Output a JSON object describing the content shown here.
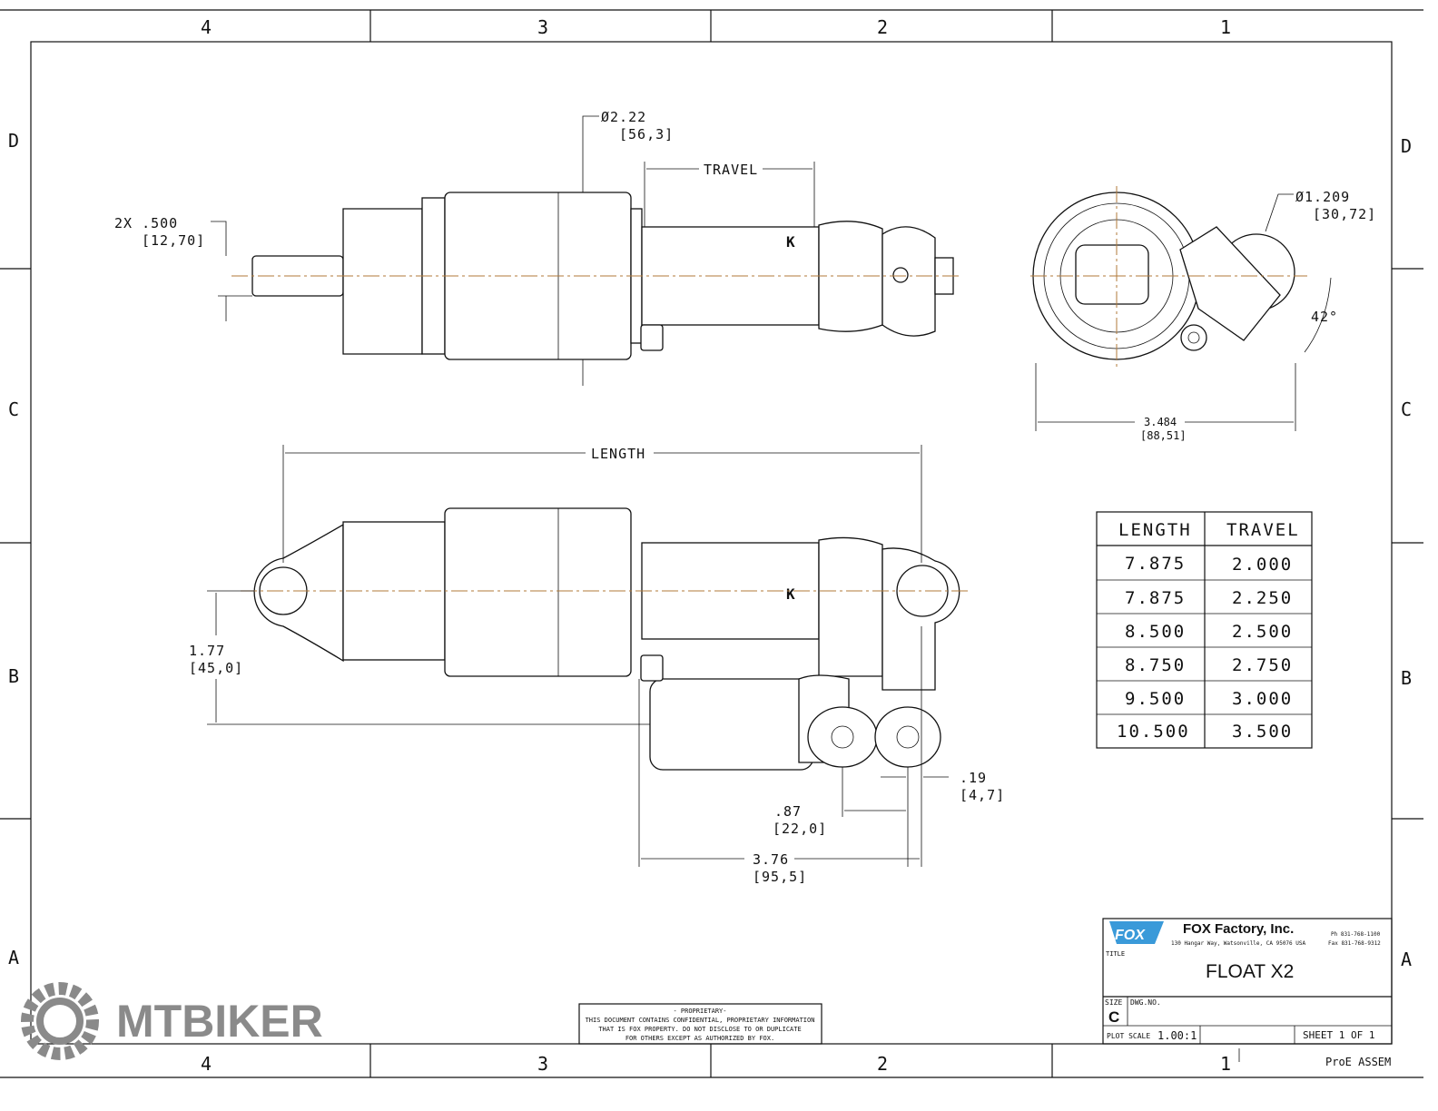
{
  "zones_top": [
    "4",
    "3",
    "2",
    "1"
  ],
  "zones_side": [
    "D",
    "C",
    "B",
    "A"
  ],
  "top_view": {
    "dia_main": "Ø2.22",
    "dia_main_mm": "[56,3]",
    "travel_label": "TRAVEL",
    "eyelet": "2X .500",
    "eyelet_mm": "[12,70]"
  },
  "end_view": {
    "dia": "Ø1.209",
    "dia_mm": "[30,72]",
    "angle": "42°",
    "width": "3.484",
    "width_mm": "[88,51]"
  },
  "side_view": {
    "length_label": "LENGTH",
    "offset": "1.77",
    "offset_mm": "[45,0]",
    "d1": ".19",
    "d1_mm": "[4,7]",
    "d2": ".87",
    "d2_mm": "[22,0]",
    "d3": "3.76",
    "d3_mm": "[95,5]"
  },
  "table": {
    "headers": [
      "LENGTH",
      "TRAVEL"
    ],
    "rows": [
      [
        "7.875",
        "2.000"
      ],
      [
        "7.875",
        "2.250"
      ],
      [
        "8.500",
        "2.500"
      ],
      [
        "8.750",
        "2.750"
      ],
      [
        "9.500",
        "3.000"
      ],
      [
        "10.500",
        "3.500"
      ]
    ]
  },
  "title_block": {
    "logo_text": "FOX",
    "company": "FOX Factory, Inc.",
    "address": "130 Hangar Way, Watsonville, CA 95076 USA",
    "phone": "Ph 831-768-1100",
    "fax": "Fax 831-768-9312",
    "title_label": "TITLE",
    "title": "FLOAT X2",
    "size_label": "SIZE",
    "size": "C",
    "dwg_label": "DWG.NO.",
    "plot_scale": "PLOT SCALE",
    "scale_value": "1.00:1",
    "sheet": "SHEET 1 OF 1",
    "proe": "ProE ASSEM"
  },
  "proprietary": {
    "heading": "- PROPRIETARY-",
    "line1": "THIS DOCUMENT CONTAINS CONFIDENTIAL, PROPRIETARY INFORMATION",
    "line2": "THAT IS FOX PROPERTY.  DO NOT DISCLOSE TO OR DUPLICATE",
    "line3": "FOR OTHERS EXCEPT AS AUTHORIZED BY FOX."
  },
  "watermark": "MTBIKER",
  "accent_centerline": "#b07a3a"
}
